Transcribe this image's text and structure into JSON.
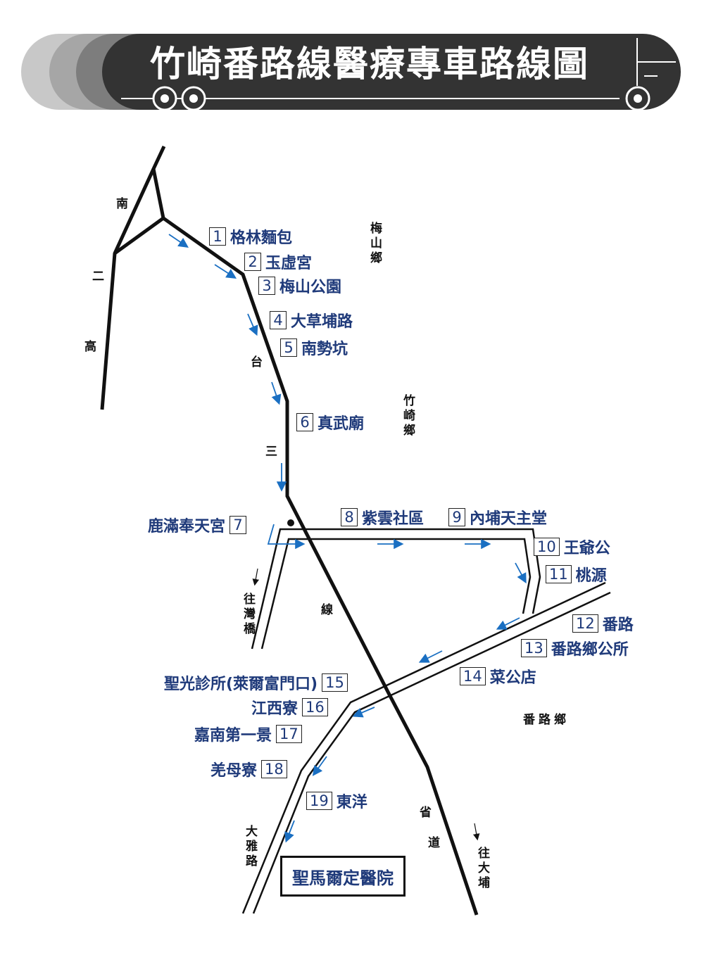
{
  "title": "竹崎番路線醫療專車路線圖",
  "destination": "聖馬爾定醫院",
  "stops": [
    {
      "num": "1",
      "name": "格林麵包"
    },
    {
      "num": "2",
      "name": "玉虛宮"
    },
    {
      "num": "3",
      "name": "梅山公園"
    },
    {
      "num": "4",
      "name": "大草埔路"
    },
    {
      "num": "5",
      "name": "南勢坑"
    },
    {
      "num": "6",
      "name": "真武廟"
    },
    {
      "num": "7",
      "name": "鹿滿奉天宮"
    },
    {
      "num": "8",
      "name": "紫雲社區"
    },
    {
      "num": "9",
      "name": "內埔天主堂"
    },
    {
      "num": "10",
      "name": "王爺公"
    },
    {
      "num": "11",
      "name": "桃源"
    },
    {
      "num": "12",
      "name": "番路"
    },
    {
      "num": "13",
      "name": "番路鄉公所"
    },
    {
      "num": "14",
      "name": "菜公店"
    },
    {
      "num": "15",
      "name": "聖光診所(萊爾富門口)"
    },
    {
      "num": "16",
      "name": "江西寮"
    },
    {
      "num": "17",
      "name": "嘉南第一景"
    },
    {
      "num": "18",
      "name": "羌母寮"
    },
    {
      "num": "19",
      "name": "東洋"
    }
  ],
  "road_labels": {
    "nan": "南",
    "er": "二",
    "gao": "高",
    "tai": "台",
    "san": "三",
    "xian": "線",
    "wang_wanqiao": "往灣橋",
    "sheng": "省",
    "dao": "道",
    "wang_dapu": "往大埔",
    "daya_road": "大雅路"
  },
  "township_labels": {
    "meishan": "梅山鄉",
    "zhuqi": "竹崎鄉",
    "fanlu": "番路鄉"
  },
  "colors": {
    "stop_text": "#1f3a7a",
    "arrow": "#1a6fc2",
    "banner": "#333333"
  }
}
